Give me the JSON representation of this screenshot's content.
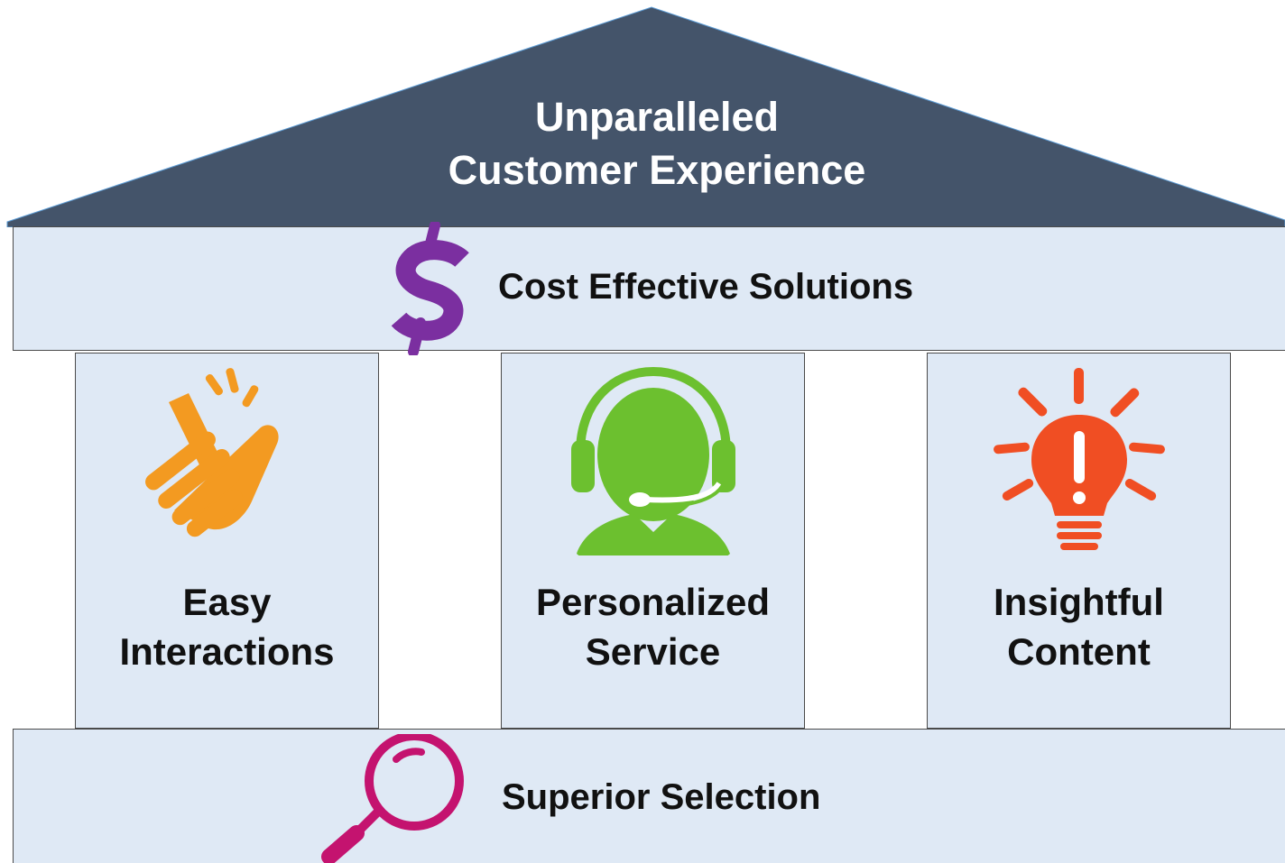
{
  "roof": {
    "line1": "Unparalleled",
    "line2": "Customer Experience",
    "color": "#44546a"
  },
  "beam": {
    "label": "Cost Effective Solutions",
    "icon": "dollar-icon",
    "icon_color": "#7b2fa0"
  },
  "pillars": [
    {
      "line1": "Easy",
      "line2": "Interactions",
      "icon": "finger-snap-icon",
      "icon_color": "#f39a21"
    },
    {
      "line1": "Personalized",
      "line2": "Service",
      "icon": "headset-agent-icon",
      "icon_color": "#6cc02f"
    },
    {
      "line1": "Insightful",
      "line2": "Content",
      "icon": "lightbulb-icon",
      "icon_color": "#f04e23"
    }
  ],
  "base": {
    "label": "Superior Selection",
    "icon": "magnifier-icon",
    "icon_color": "#c4136f"
  },
  "panel_fill": "#dfe9f5"
}
